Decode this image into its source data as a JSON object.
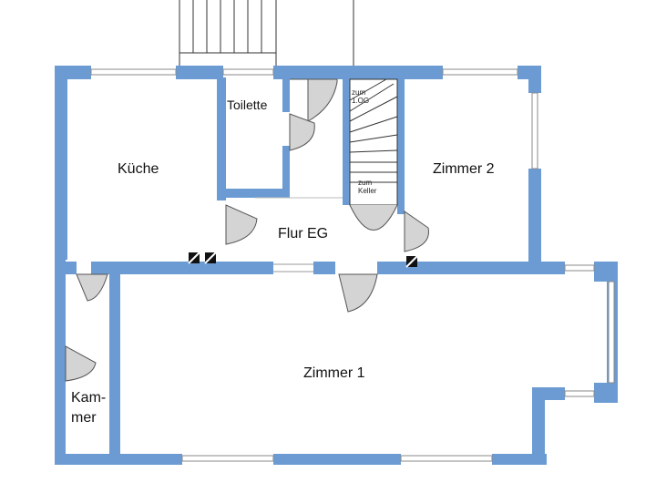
{
  "rooms": {
    "kueche": "Küche",
    "toilette": "Toilette",
    "zimmer2": "Zimmer 2",
    "flur": "Flur EG",
    "zimmer1": "Zimmer 1",
    "kammer_line1": "Kam-",
    "kammer_line2": "mer"
  },
  "stair_labels": {
    "up": "zum 1.OG",
    "down": "zum Keller"
  },
  "colors": {
    "wall": "#6b9bd2",
    "door_fill": "#d4d4d4",
    "line": "#333333"
  }
}
